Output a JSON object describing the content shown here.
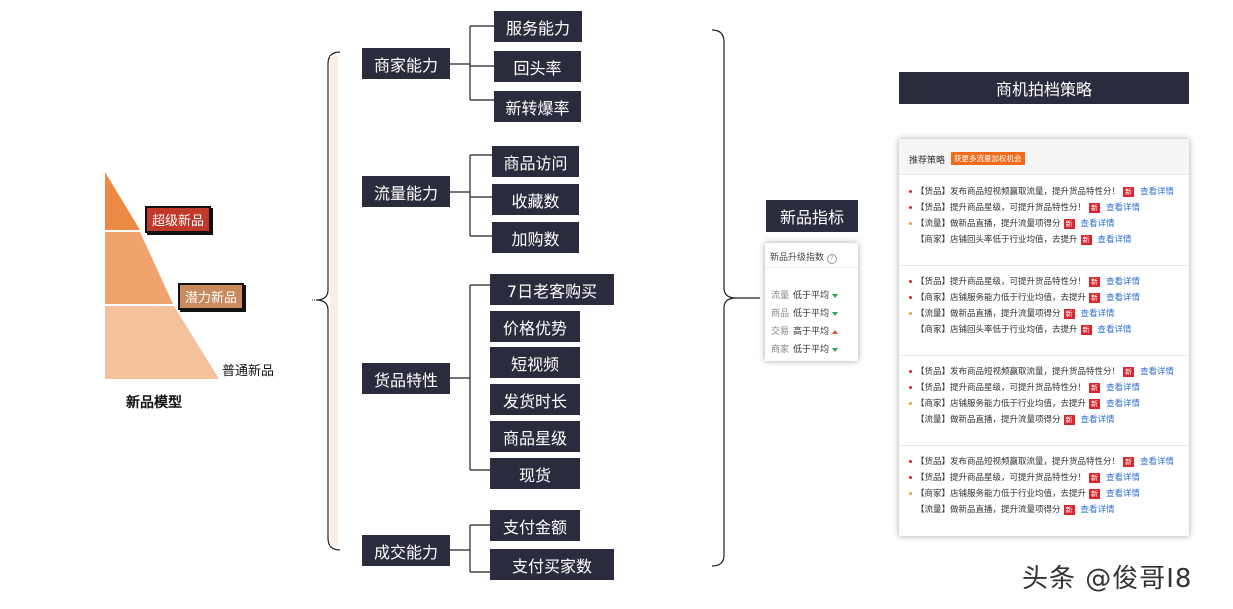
{
  "model": {
    "title": "新品模型",
    "tiers": [
      {
        "label": "超级新品",
        "color": "#c0392b"
      },
      {
        "label": "潜力新品",
        "color": "#c98a5d"
      },
      {
        "label": "普通新品",
        "color": "#f4c1a0"
      }
    ]
  },
  "groups": [
    {
      "label": "商家能力",
      "items": [
        "服务能力",
        "回头率",
        "新转爆率"
      ]
    },
    {
      "label": "流量能力",
      "items": [
        "商品访问",
        "收藏数",
        "加购数"
      ]
    },
    {
      "label": "货品特性",
      "items": [
        "7日老客购买",
        "价格优势",
        "短视频",
        "发货时长",
        "商品星级",
        "现货"
      ]
    },
    {
      "label": "成交能力",
      "items": [
        "支付金额",
        "支付买家数"
      ]
    }
  ],
  "metrics": {
    "header": "新品指标",
    "panel_title": "新品升级指数",
    "rows": [
      {
        "name": "流量",
        "value": "低于平均",
        "trend": "down"
      },
      {
        "name": "商品",
        "value": "低于平均",
        "trend": "down"
      },
      {
        "name": "交易",
        "value": "高于平均",
        "trend": "up"
      },
      {
        "name": "商家",
        "value": "低于平均",
        "trend": "down"
      }
    ]
  },
  "strategy": {
    "header": "商机拍档策略",
    "panel_title": "推荐策略",
    "tag": "获更多流量加权机会",
    "new_badge": "新",
    "link": "查看详情",
    "groups": [
      [
        {
          "text": "【货品】发布商品短视频赢取流量，提升货品特性分！",
          "dot": "#d9262f"
        },
        {
          "text": "【货品】提升商品星级，可提升货品特性分！",
          "dot": "#d9262f"
        },
        {
          "text": "【流量】做新品直播，提升流量项得分",
          "dot": "#e8a23a"
        },
        {
          "text": "【商家】店铺回头率低于行业均值，去提升",
          "dot": ""
        }
      ],
      [
        {
          "text": "【货品】提升商品星级，可提升货品特性分！",
          "dot": "#d9262f"
        },
        {
          "text": "【商家】店铺服务能力低于行业均值，去提升",
          "dot": "#d9262f"
        },
        {
          "text": "【流量】做新品直播，提升流量项得分",
          "dot": "#e8a23a"
        },
        {
          "text": "【商家】店铺回头率低于行业均值，去提升",
          "dot": ""
        }
      ],
      [
        {
          "text": "【货品】发布商品短视频赢取流量，提升货品特性分！",
          "dot": "#d9262f"
        },
        {
          "text": "【货品】提升商品星级，可提升货品特性分！",
          "dot": "#d9262f"
        },
        {
          "text": "【商家】店铺服务能力低于行业均值，去提升",
          "dot": "#e8a23a"
        },
        {
          "text": "【流量】做新品直播，提升流量项得分",
          "dot": ""
        }
      ],
      [
        {
          "text": "【货品】发布商品短视频赢取流量，提升货品特性分！",
          "dot": "#d9262f"
        },
        {
          "text": "【货品】提升商品星级，可提升货品特性分！",
          "dot": "#d9262f"
        },
        {
          "text": "【商家】店铺服务能力低于行业均值，去提升",
          "dot": "#e8a23a"
        },
        {
          "text": "【流量】做新品直播，提升流量项得分",
          "dot": ""
        }
      ]
    ]
  },
  "watermark": "头条 @俊哥I8"
}
